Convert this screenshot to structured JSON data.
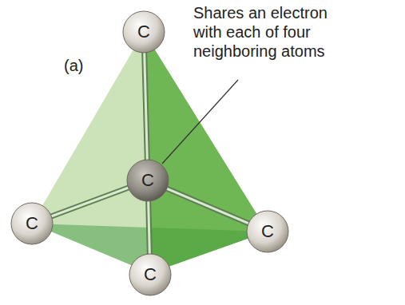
{
  "diagram": {
    "nodes": [
      {
        "text": [
          "C"
        ]
      },
      {
        "text": [
          "C"
        ]
      },
      {
        "text": [
          "C"
        ]
      },
      {
        "text": [
          "C"
        ]
      },
      {
        "text": [
          "C"
        ]
      }
    ],
    "edges": [
      {
        "from": 1,
        "to": 0,
        "arrow": "none"
      },
      {
        "from": 1,
        "to": 2,
        "arrow": "none"
      },
      {
        "from": 1,
        "to": 3,
        "arrow": "none"
      },
      {
        "from": 1,
        "to": 4,
        "arrow": "none"
      }
    ],
    "labels": [
      "(a)",
      "Shares an electron with each of four neighboring atoms"
    ]
  }
}
